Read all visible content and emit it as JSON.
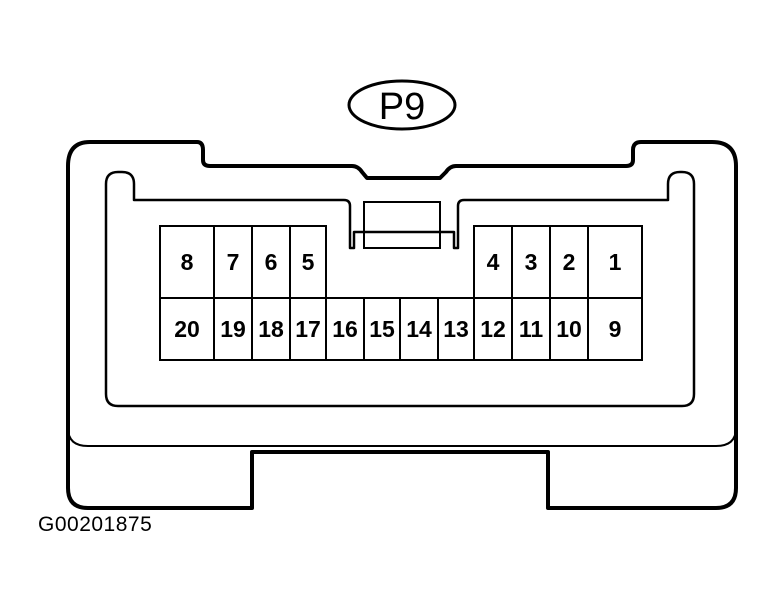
{
  "connector": {
    "name": "P9",
    "pins_top": [
      "8",
      "7",
      "6",
      "5",
      "4",
      "3",
      "2",
      "1"
    ],
    "pins_bottom": [
      "20",
      "19",
      "18",
      "17",
      "16",
      "15",
      "14",
      "13",
      "12",
      "11",
      "10",
      "9"
    ]
  },
  "figure_id": "G00201875"
}
